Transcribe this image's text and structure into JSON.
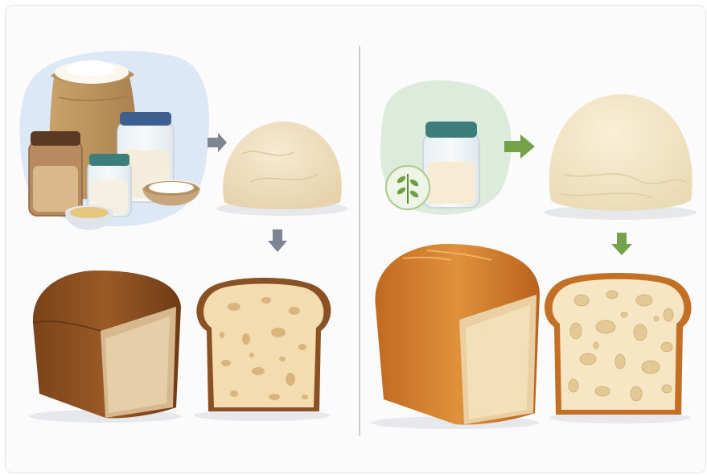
{
  "figure": {
    "panels": [
      {
        "side": "left",
        "process": "conventional",
        "accent": "#7f8590"
      },
      {
        "side": "right",
        "process": "natural-culture",
        "accent": "#74a24a"
      }
    ],
    "colors": {
      "card_bg": "#fbfbfc",
      "card_border": "#e3e5ea",
      "divider": "#c9cdd4",
      "left_arrow": "#7f8590",
      "right_arrow": "#74a24a",
      "left_crust": "#8a5125",
      "right_crust": "#c46f26",
      "crumb": "#f3dcb0"
    },
    "icons": [
      "flour-sack-icon",
      "jar-icon",
      "bowl-icon",
      "dough-ball-icon",
      "bread-loaf-icon",
      "bread-slice-icon",
      "arrow-icon",
      "leaf-badge-icon"
    ]
  }
}
